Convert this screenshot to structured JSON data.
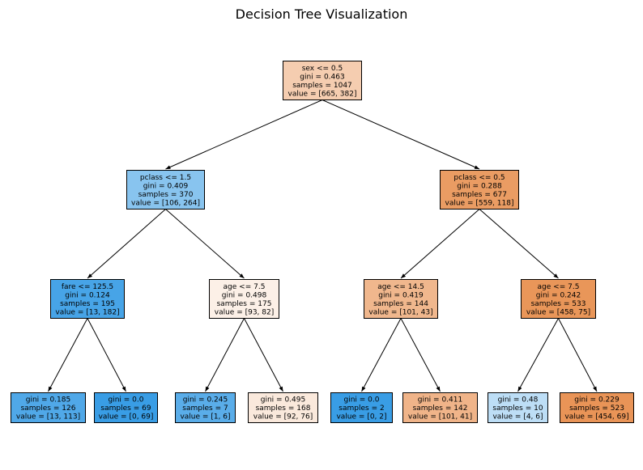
{
  "title": "Decision Tree Visualization",
  "nodes": [
    {
      "id": "n0",
      "lines": [
        "sex <= 0.5",
        "gini = 0.463",
        "samples = 1047",
        "value = [665, 382]"
      ],
      "fill": "#f5cdb0"
    },
    {
      "id": "n1",
      "lines": [
        "pclass <= 1.5",
        "gini = 0.409",
        "samples = 370",
        "value = [106, 264]"
      ],
      "fill": "#88c4ef"
    },
    {
      "id": "n2",
      "lines": [
        "pclass <= 0.5",
        "gini = 0.288",
        "samples = 677",
        "value = [559, 118]"
      ],
      "fill": "#ea9c63"
    },
    {
      "id": "n3",
      "lines": [
        "fare <= 125.5",
        "gini = 0.124",
        "samples = 195",
        "value = [13, 182]"
      ],
      "fill": "#47a4e7"
    },
    {
      "id": "n4",
      "lines": [
        "age <= 7.5",
        "gini = 0.498",
        "samples = 175",
        "value = [93, 82]"
      ],
      "fill": "#fcf0e7"
    },
    {
      "id": "n5",
      "lines": [
        "age <= 14.5",
        "gini = 0.419",
        "samples = 144",
        "value = [101, 43]"
      ],
      "fill": "#f0b78d"
    },
    {
      "id": "n6",
      "lines": [
        "age <= 7.5",
        "gini = 0.242",
        "samples = 533",
        "value = [458, 75]"
      ],
      "fill": "#e99659"
    },
    {
      "id": "n7",
      "lines": [
        "gini = 0.185",
        "samples = 126",
        "value = [13, 113]"
      ],
      "fill": "#50a8e8"
    },
    {
      "id": "n8",
      "lines": [
        "gini = 0.0",
        "samples = 69",
        "value = [0, 69]"
      ],
      "fill": "#399de5"
    },
    {
      "id": "n9",
      "lines": [
        "gini = 0.245",
        "samples = 7",
        "value = [1, 6]"
      ],
      "fill": "#5aade9"
    },
    {
      "id": "n10",
      "lines": [
        "gini = 0.495",
        "samples = 168",
        "value = [92, 76]"
      ],
      "fill": "#fae9dc"
    },
    {
      "id": "n11",
      "lines": [
        "gini = 0.0",
        "samples = 2",
        "value = [0, 2]"
      ],
      "fill": "#399de5"
    },
    {
      "id": "n12",
      "lines": [
        "gini = 0.411",
        "samples = 142",
        "value = [101, 41]"
      ],
      "fill": "#f0b489"
    },
    {
      "id": "n13",
      "lines": [
        "gini = 0.48",
        "samples = 10",
        "value = [4, 6]"
      ],
      "fill": "#bddef6"
    },
    {
      "id": "n14",
      "lines": [
        "gini = 0.229",
        "samples = 523",
        "value = [454, 69]"
      ],
      "fill": "#e99457"
    }
  ],
  "edges": [
    {
      "from": "n0",
      "to": "n1"
    },
    {
      "from": "n0",
      "to": "n2"
    },
    {
      "from": "n1",
      "to": "n3"
    },
    {
      "from": "n1",
      "to": "n4"
    },
    {
      "from": "n2",
      "to": "n5"
    },
    {
      "from": "n2",
      "to": "n6"
    },
    {
      "from": "n3",
      "to": "n7"
    },
    {
      "from": "n3",
      "to": "n8"
    },
    {
      "from": "n4",
      "to": "n9"
    },
    {
      "from": "n4",
      "to": "n10"
    },
    {
      "from": "n5",
      "to": "n11"
    },
    {
      "from": "n5",
      "to": "n12"
    },
    {
      "from": "n6",
      "to": "n13"
    },
    {
      "from": "n6",
      "to": "n14"
    }
  ]
}
